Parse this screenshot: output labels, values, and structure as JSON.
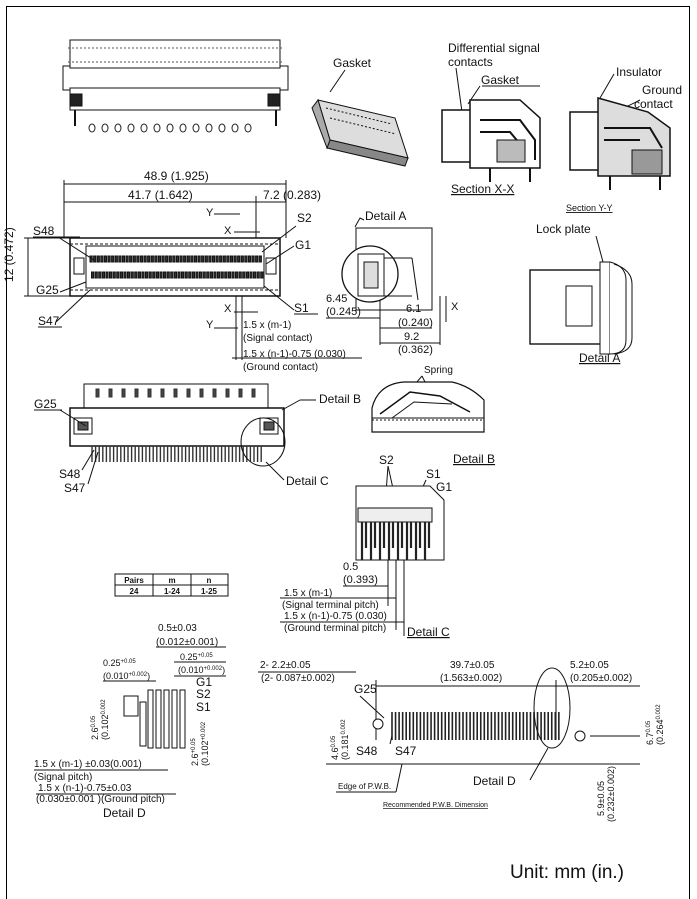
{
  "labels": {
    "gasket_top": "Gasket",
    "diff_signal_1": "Differential signal",
    "diff_signal_2": "contacts",
    "gasket_xx": "Gasket",
    "insulator": "Insulator",
    "ground_1": "Ground",
    "ground_2": "contact",
    "section_xx": "Section X-X",
    "section_yy": "Section Y-Y",
    "lock_plate": "Lock plate",
    "detail_a_title": "Detail A",
    "detail_a_label": "Detail A",
    "spring": "Spring",
    "detail_b_title": "Detail B",
    "detail_b_label": "Detail B",
    "detail_c_label": "Detail C",
    "detail_c_title": "Detail C",
    "detail_d_title": "Detail D",
    "detail_d_label": "Detail D",
    "edge_pwb": "Edge of P.W.B.",
    "recommended": "Recommended P.W.B. Dimension",
    "unit": "Unit: mm (in.)"
  },
  "dims_front": {
    "overall": "48.9 (1.925)",
    "inner": "41.7 (1.642)",
    "right": "7.2 (0.283)",
    "height": "12 (0.472)",
    "y": "Y",
    "x": "X",
    "s48": "S48",
    "g25": "G25",
    "s47": "S47",
    "s2": "S2",
    "g1": "G1",
    "s1": "S1",
    "sig1": "1.5 x (m-1)",
    "sig2": "(Signal contact)",
    "gnd1": "1.5 x (n-1)-0.75 (0.030)",
    "gnd2": "(Ground contact)"
  },
  "dims_detail_a": {
    "d645": "6.45",
    "d0245": "(0.245)",
    "d61": "6.1",
    "d0240": "(0.240)",
    "d92": "9.2",
    "d0362": "(0.362)",
    "x": "X"
  },
  "dims_side": {
    "g25": "G25",
    "s48": "S48",
    "s47": "S47"
  },
  "dims_detail_c": {
    "s2": "S2",
    "s1": "S1",
    "g1": "G1",
    "d05": "0.5",
    "d0393": "(0.393)",
    "sig1": "1.5 x (m-1)",
    "sig2": "(Signal  terminal pitch)",
    "gnd1": "1.5 x (n-1)-0.75 (0.030)",
    "gnd2": "(Ground terminal pitch)"
  },
  "pairs_table": {
    "headers": [
      "Pairs",
      "m",
      "n"
    ],
    "row": [
      "24",
      "1-24",
      "1-25"
    ]
  },
  "dims_detail_d": {
    "d05": "0.5±0.03",
    "d0012": "(0.012±0.001)",
    "d025a": "0.25",
    "d025a_tol": "+0.05",
    "d0010a": "(0.010",
    "d0010a_tol": "+0.002",
    "d0010a_end": ")",
    "d025b": "0.25",
    "d025b_tol": "+0.05",
    "d0010b": "(0.010",
    "d0010b_tol": "+0.002",
    "d0010b_end": ")",
    "g1": "G1",
    "s2": "S2",
    "s1": "S1",
    "v26a": "2.6",
    "v26a_tol": "0.05",
    "v0102a": "(0.102",
    "v0102a_tol": "0.002",
    "v26b": "2.6",
    "v26b_tol": "+0.05",
    "v0102b": "(0.102",
    "v0102b_tol": "+0.002",
    "sig1": "1.5 x (m-1) ±0.03(0.001)",
    "sig2": "(Signal pitch)",
    "gnd1": "1.5 x (n-1)-0.75±0.03",
    "gnd2": "(0.030±0.001 )(Ground pitch)"
  },
  "dims_pwb": {
    "holes1": "2-  2.2±0.05",
    "holes2": "(2-  0.087±0.002)",
    "span1": "39.7±0.05",
    "span2": "(1.563±0.002)",
    "right1": "5.2±0.05",
    "right2": "(0.205±0.002)",
    "g25": "G25",
    "s48": "S48",
    "s47": "S47",
    "v46": "4.6",
    "v46_tol": "0.05",
    "v0181": "(0.181",
    "v0181_tol": "0.002",
    "v67": "6.7",
    "v67_tol": "0.05",
    "v0264": "(0.264",
    "v0264_tol": "0.002",
    "v59": "5.9±0.05",
    "v0232": "(0.232±0.002)"
  }
}
